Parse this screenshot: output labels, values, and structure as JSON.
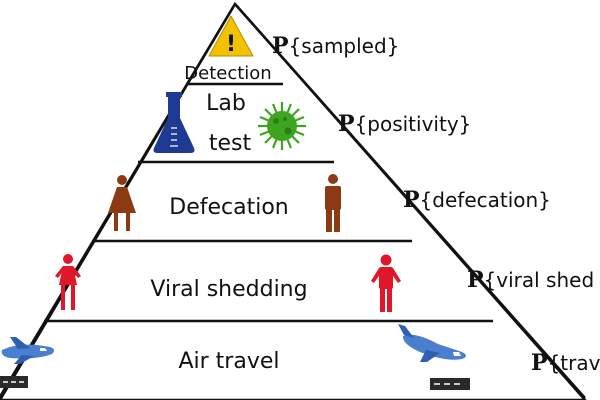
{
  "levels": [
    {
      "id": "detection",
      "label": "Detection",
      "prob_prefix": "P",
      "prob_text": "{sampled}"
    },
    {
      "id": "lab",
      "label_line1": "Lab",
      "label_line2": "test",
      "prob_prefix": "P",
      "prob_text": "{positivity}"
    },
    {
      "id": "defecation",
      "label": "Defecation",
      "prob_prefix": "P",
      "prob_text": "{defecation}"
    },
    {
      "id": "shedding",
      "label": "Viral shedding",
      "prob_prefix": "P",
      "prob_text": "{viral shed"
    },
    {
      "id": "travel",
      "label": "Air travel",
      "prob_prefix": "P",
      "prob_text": "{trav"
    }
  ],
  "warning_symbol": "!",
  "icons": {
    "top": "warning-triangle-icon",
    "lab_left": "flask-icon",
    "lab_right": "virus-icon",
    "defecation_left": "woman-icon",
    "defecation_right": "man-icon",
    "shedding_left": "woman-icon",
    "shedding_right": "man-icon",
    "travel_left": "airplane-icon",
    "travel_right": "airplane-icon"
  },
  "colors": {
    "outline": "#111111",
    "warning": "#f2c200",
    "flask": "#1f3a93",
    "virus": "#3ea520",
    "person_brown": "#8b3a14",
    "person_red": "#e0162b",
    "plane": "#4a7fd0"
  }
}
